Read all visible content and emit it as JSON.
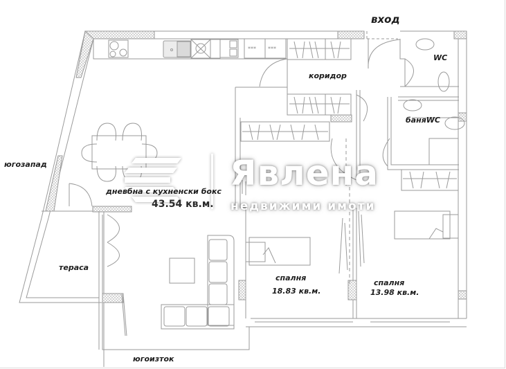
{
  "floor_plan": {
    "orientation_labels": {
      "entrance": "вход",
      "southwest": "югозапад",
      "southeast": "югоизток"
    },
    "rooms": [
      {
        "id": "living",
        "name": "дневбна с кухненски бокс",
        "area": "43.54 кв.м."
      },
      {
        "id": "corridor",
        "name": "коридор",
        "area": ""
      },
      {
        "id": "wc",
        "name": "WC",
        "area": ""
      },
      {
        "id": "bath",
        "name": "баняWC",
        "area": ""
      },
      {
        "id": "terrace",
        "name": "тераса",
        "area": ""
      },
      {
        "id": "bedroom1",
        "name": "спалня",
        "area": "18.83 кв.м."
      },
      {
        "id": "bedroom2",
        "name": "спалня",
        "area": "13.98 кв.м."
      }
    ],
    "colors": {
      "line": "#9a9a9a",
      "wall_hatch": "#c8c8c8",
      "text": "#1c1c1c",
      "background": "#ffffff"
    }
  },
  "watermark": {
    "brand": "Явлена",
    "subtitle": "недвижими имоти"
  }
}
